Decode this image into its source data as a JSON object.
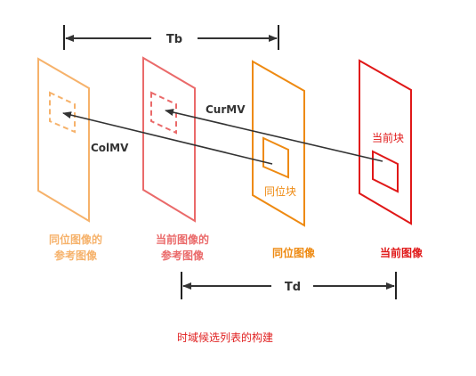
{
  "colors": {
    "light_orange": "#f6b26b",
    "pink_red": "#ea6a6a",
    "orange": "#ee8a12",
    "red": "#e01818",
    "arrow": "#333333",
    "title_red": "#e02020"
  },
  "timing": {
    "tb_label": "Tb",
    "td_label": "Td"
  },
  "vectors": {
    "curmv_label": "CurMV",
    "colmv_label": "ColMV"
  },
  "frames": {
    "col_ref_line1": "同位图像的",
    "col_ref_line2": "参考图像",
    "cur_ref_line1": "当前图像的",
    "cur_ref_line2": "参考图像",
    "col_pic": "同位图像",
    "cur_pic": "当前图像"
  },
  "blocks": {
    "col_block": "同位块",
    "cur_block": "当前块"
  },
  "caption": "时域候选列表的构建"
}
